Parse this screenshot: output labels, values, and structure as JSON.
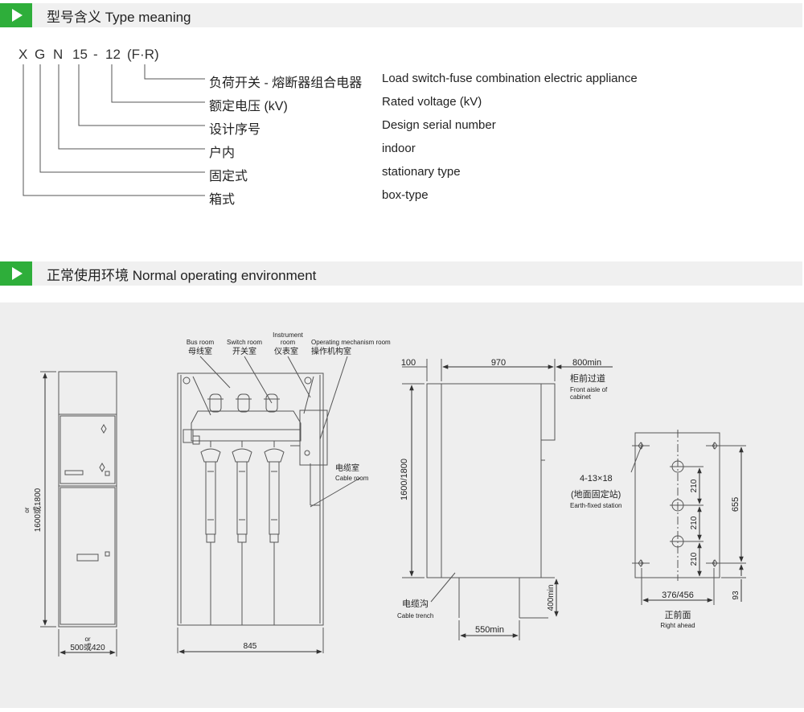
{
  "sections": {
    "type_meaning": "型号含义 Type meaning",
    "environment": "正常使用环境 Normal operating environment"
  },
  "model_code": {
    "chars": [
      "X",
      "G",
      "N",
      "15",
      "-",
      "12",
      "(F·R)"
    ]
  },
  "meaning_rows": [
    {
      "cn": "负荷开关 - 熔断器组合电器",
      "en": "Load switch-fuse combination electric appliance"
    },
    {
      "cn": "额定电压 (kV)",
      "en": "Rated voltage (kV)"
    },
    {
      "cn": "设计序号",
      "en": "Design serial number"
    },
    {
      "cn": "户内",
      "en": "indoor"
    },
    {
      "cn": "固定式",
      "en": "stationary type"
    },
    {
      "cn": "箱式",
      "en": "box-type"
    }
  ],
  "diagram": {
    "front": {
      "height_or": "or",
      "height_dim": "1600或1800",
      "width_or": "or",
      "width_dim": "500或420"
    },
    "internal": {
      "bus_room_en": "Bus room",
      "bus_room_cn": "母线室",
      "switch_room_en": "Switch room",
      "switch_room_cn": "开关室",
      "instrument_room_en_1": "Instrument",
      "instrument_room_en_2": "room",
      "instrument_room_cn": "仪表室",
      "operating_room_en": "Operating mechanism room",
      "operating_room_cn": "操作机构室",
      "cable_room_cn": "电缆室",
      "cable_room_en": "Cable room",
      "width_dim": "845"
    },
    "side": {
      "dim_100": "100",
      "dim_970": "970",
      "dim_800min": "800min",
      "front_aisle_cn": "柜前过道",
      "front_aisle_en_1": "Front aisle of",
      "front_aisle_en_2": "cabinet",
      "height_dim": "1600/1800",
      "dim_400min": "400min",
      "cable_trench_cn": "电缆沟",
      "cable_trench_en": "Cable trench",
      "dim_550min": "550min"
    },
    "base": {
      "holes": "4-13×18",
      "fixed_cn": "(地面固定站)",
      "fixed_en": "Earth-fixed station",
      "dim_210_a": "210",
      "dim_210_b": "210",
      "dim_210_c": "210",
      "dim_655": "655",
      "dim_93": "93",
      "width_dim": "376/456",
      "right_ahead_cn": "正前面",
      "right_ahead_en": "Right ahead"
    }
  }
}
